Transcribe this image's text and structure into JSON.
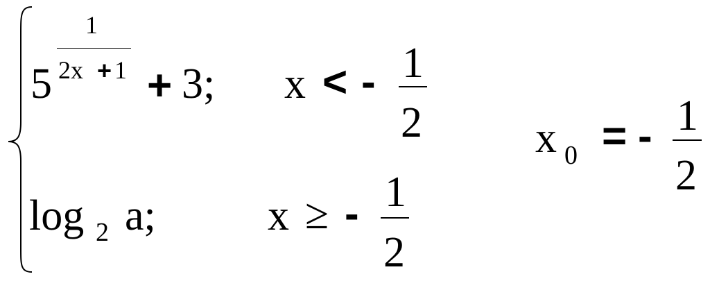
{
  "case1": {
    "base": "5",
    "exp_num": "1",
    "exp_den_a": "2x",
    "exp_den_op": "+",
    "exp_den_b": "1",
    "plus": "+",
    "const": "3;",
    "cond_var": "x",
    "cond_rel": "<",
    "cond_neg": "-",
    "cond_num": "1",
    "cond_den": "2"
  },
  "case2": {
    "func": "log",
    "sub": "2",
    "arg": "a;",
    "cond_var": "x",
    "cond_rel": "≥",
    "cond_neg": "-",
    "cond_num": "1",
    "cond_den": "2"
  },
  "point": {
    "var": "x",
    "sub": "0",
    "eq": "=",
    "neg": "-",
    "num": "1",
    "den": "2"
  }
}
